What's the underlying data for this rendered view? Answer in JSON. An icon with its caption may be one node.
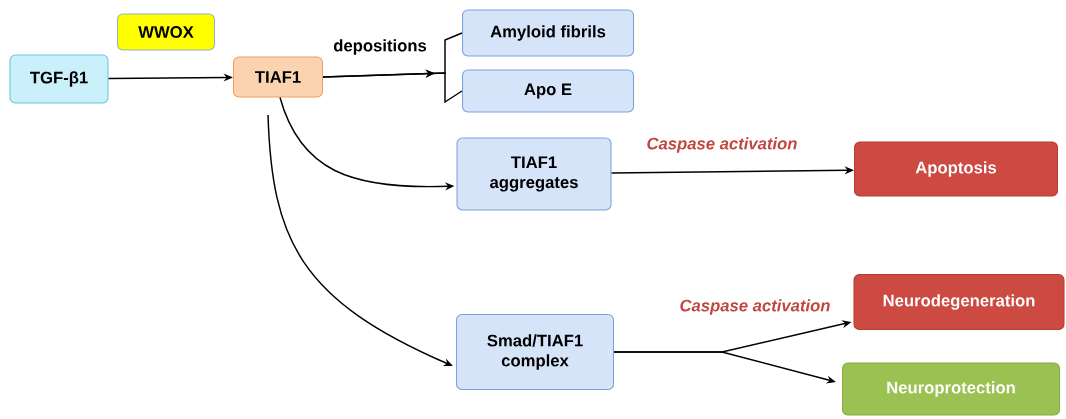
{
  "diagram": {
    "nodes": [
      {
        "text": [
          "TGF-β1"
        ]
      },
      {
        "text": [
          "WWOX"
        ]
      },
      {
        "text": [
          "TIAF1"
        ]
      },
      {
        "text": [
          "Amyloid fibrils"
        ]
      },
      {
        "text": [
          "Apo E"
        ]
      },
      {
        "text": [
          "TIAF1 aggregates"
        ]
      },
      {
        "text": [
          "Smad/TIAF1 complex"
        ]
      },
      {
        "text": [
          "Apoptosis"
        ]
      },
      {
        "text": [
          "Neurodegeneration"
        ]
      },
      {
        "text": [
          "Neuroprotection"
        ]
      }
    ],
    "edges": [
      {
        "from": 0,
        "to": 2,
        "arrow": "to"
      },
      {
        "from": 2,
        "to": 3,
        "arrow": "to",
        "label": "depositions"
      },
      {
        "from": 2,
        "to": 4,
        "arrow": "to"
      },
      {
        "from": 2,
        "to": 5,
        "arrow": "to"
      },
      {
        "from": 2,
        "to": 6,
        "arrow": "to"
      },
      {
        "from": 5,
        "to": 7,
        "arrow": "to",
        "label": "Caspase activation"
      },
      {
        "from": 6,
        "to": 8,
        "arrow": "to",
        "label": "Caspase activation"
      },
      {
        "from": 6,
        "to": 9,
        "arrow": "to"
      }
    ]
  }
}
